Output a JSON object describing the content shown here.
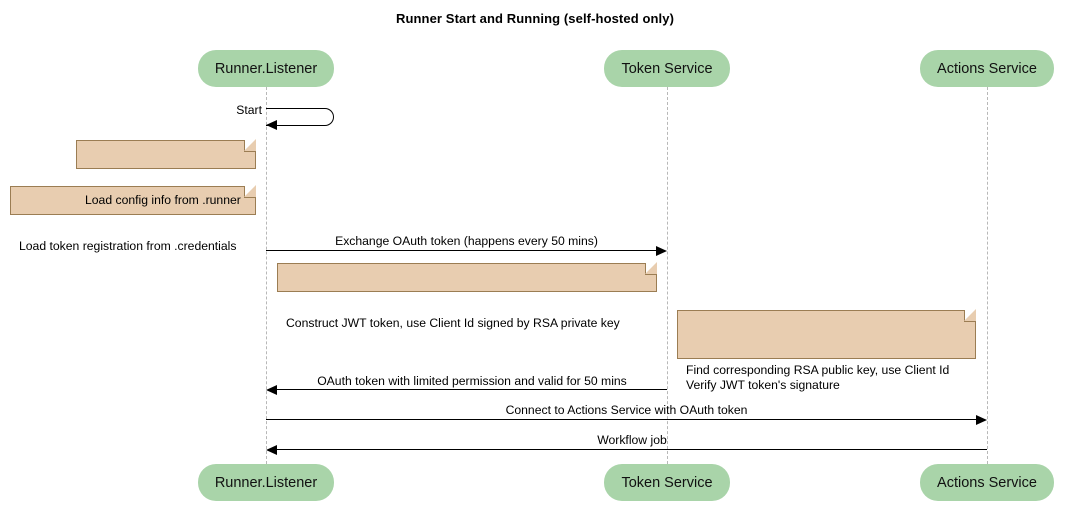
{
  "diagram": {
    "title": "Runner Start and Running (self-hosted only)",
    "type": "sequence-diagram",
    "colors": {
      "participant_fill": "#a9d4a9",
      "note_fill": "#e8cdb0",
      "note_border": "#9b7d53",
      "lifeline": "#b8b8b8",
      "line": "#000000",
      "background": "#ffffff"
    },
    "participants": [
      {
        "id": "runner",
        "label": "Runner.Listener"
      },
      {
        "id": "token",
        "label": "Token Service"
      },
      {
        "id": "actions",
        "label": "Actions Service"
      }
    ],
    "messages": [
      {
        "id": "m1",
        "label": "Start",
        "from": "runner",
        "to": "runner",
        "kind": "self",
        "arrow": "left"
      },
      {
        "id": "m2",
        "label": "Exchange OAuth token (happens every 50 mins)",
        "from": "runner",
        "to": "token",
        "kind": "sync",
        "arrow": "right"
      },
      {
        "id": "m3",
        "label": "OAuth token with limited permission and valid for 50 mins",
        "from": "token",
        "to": "runner",
        "kind": "sync",
        "arrow": "left"
      },
      {
        "id": "m4",
        "label": "Connect to Actions Service with OAuth token",
        "from": "runner",
        "to": "actions",
        "kind": "sync",
        "arrow": "right"
      },
      {
        "id": "m5",
        "label": "Workflow job",
        "from": "actions",
        "to": "runner",
        "kind": "sync",
        "arrow": "left"
      }
    ],
    "notes": [
      {
        "id": "n1",
        "text": "Load config info from .runner",
        "over": "runner"
      },
      {
        "id": "n2",
        "text": "Load token registration from .credentials",
        "over": "runner"
      },
      {
        "id": "n3",
        "text": "Construct JWT token, use Client Id signed by RSA private key",
        "over": "runner"
      },
      {
        "id": "n4",
        "text": "Find corresponding RSA public key, use Client Id\nVerify JWT token's signature",
        "over": "token"
      }
    ]
  }
}
